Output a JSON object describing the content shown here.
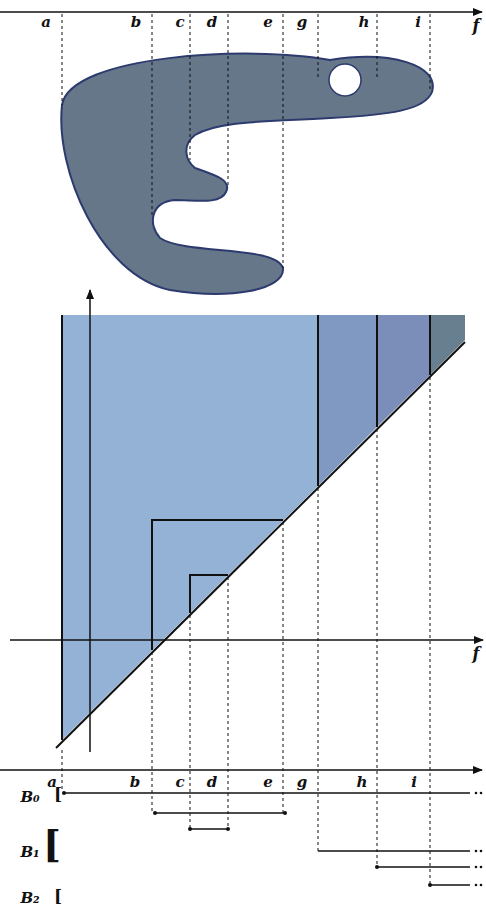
{
  "diagram": {
    "labels": [
      "a",
      "b",
      "c",
      "d",
      "e",
      "g",
      "h",
      "i",
      "f",
      "f",
      "a",
      "b",
      "c",
      "d",
      "e",
      "g",
      "h",
      "i",
      "B₀",
      "[",
      "B₁",
      "[",
      "B₂",
      "["
    ]
  }
}
